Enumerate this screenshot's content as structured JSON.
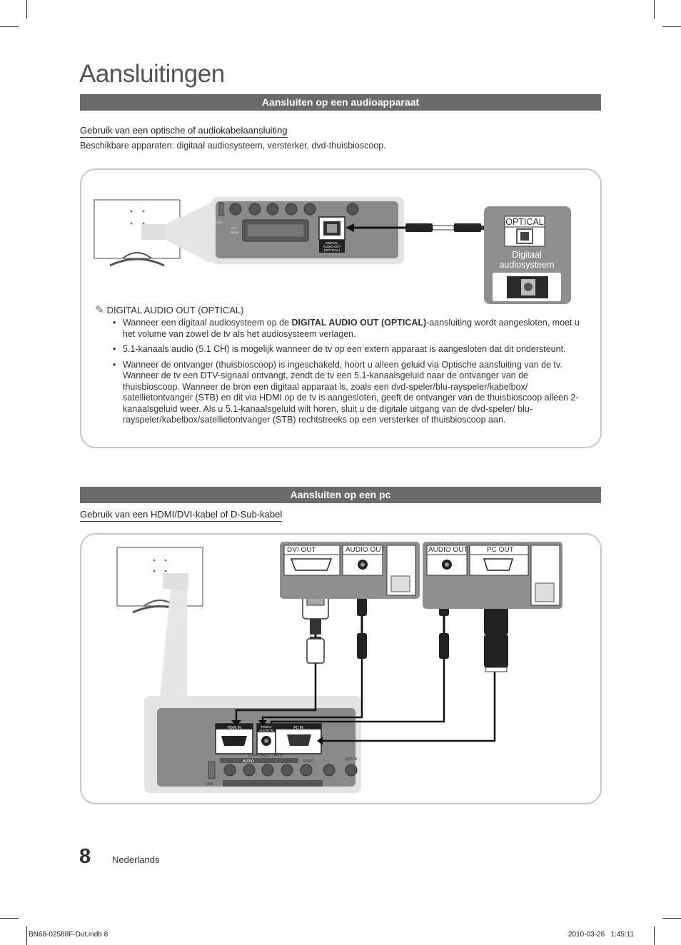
{
  "page_title": "Aansluitingen",
  "sections": [
    {
      "title": "Aansluiten op een audioapparaat",
      "subheading": "Gebruik van een optische of audiokabelaansluiting",
      "intro": "Beschikbare apparaten: digitaal audiosysteem, versterker, dvd-thuisbioscoop.",
      "diagram": {
        "usb_label": "USB",
        "ext_label_1": "EXT",
        "ext_label_2": "(RGB)",
        "port_label_1": "DIGITAL",
        "port_label_2": "AUDIO OUT",
        "port_label_3": "(OPTICAL)",
        "device_port_label": "OPTICAL",
        "device_name_1": "Digitaal",
        "device_name_2": "audiosysteem"
      },
      "note": {
        "heading": "DIGITAL AUDIO OUT (OPTICAL)",
        "items": [
          {
            "before": "Wanneer een digitaal audiosysteem op de ",
            "bold": "DIGITAL AUDIO OUT (OPTICAL)",
            "after": "-aansluiting wordt aangesloten, moet u het volume van zowel de tv als het audiosysteem verlagen."
          },
          {
            "before": "5.1-kanaals audio (5.1 CH) is mogelijk wanneer de tv op een extern apparaat is aangesloten dat dit ondersteunt.",
            "bold": "",
            "after": ""
          },
          {
            "before": "Wanneer de ontvanger (thuisbioscoop) is ingeschakeld, hoort u alleen geluid via Optische aansluiting van de tv. Wanneer de tv een DTV-signaal ontvangt, zendt de tv een 5.1-kanaalsgeluid naar de ontvanger van de thuisbioscoop. Wanneer de bron een digitaal apparaat is, zoals een dvd-speler/blu-rayspeler/kabelbox/ satellietontvanger (STB) en dit via HDMI op de tv is aangesloten, geeft de ontvanger van de thuisbioscoop alleen 2-kanaalsgeluid weer. Als u 5.1-kanaalsgeluid wilt horen, sluit u de digitale uitgang van de dvd-speler/ blu-rayspeler/kabelbox/satellietontvanger (STB) rechtstreeks op een versterker of thuisbioscoop aan.",
            "bold": "",
            "after": ""
          }
        ]
      }
    },
    {
      "title": "Aansluiten op een pc",
      "subheading": "Gebruik van een HDMI/DVI-kabel of D-Sub-kabel",
      "diagram": {
        "pc1_labels": [
          "DVI OUT",
          "AUDIO OUT"
        ],
        "pc2_labels": [
          "AUDIO OUT",
          "PC OUT"
        ],
        "tv_port_hdmi": "HDMI IN",
        "tv_port_audio_1": "PC/DVI",
        "tv_port_audio_2": "AUDIO IN",
        "tv_port_pc": "PC IN",
        "tv_component": "COMPONENT / AV IN",
        "tv_audio": "AUDIO",
        "tv_video": "VIDEO",
        "tv_ant": "ANT IN",
        "tv_usb": "USB"
      }
    }
  ],
  "footer": {
    "page_number": "8",
    "language": "Nederlands",
    "print_file": "BN68-02588F-Dut.indb   8",
    "print_date": "2010-03-26     1:45:11"
  },
  "colors": {
    "section_bar": "#6a6a6a",
    "panel_border": "#c8c8c8",
    "jack_panel": "#8a8a8a",
    "device_box": "#8f8f8f"
  }
}
